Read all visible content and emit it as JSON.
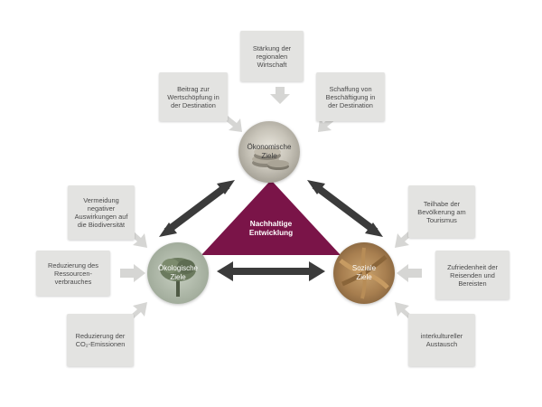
{
  "center": {
    "label": "Nachhaltige\nEntwicklung"
  },
  "goals": {
    "economic": "Ökonomische\nZiele",
    "ecological": "Ökologische\nZiele",
    "social": "Soziale\nZiele"
  },
  "economic_boxes": [
    "Stärkung der\nregionalen\nWirtschaft",
    "Beitrag zur\nWertschöpfung in\nder Destination",
    "Schaffung von\nBeschäftigung in\nder Destination"
  ],
  "ecological_boxes": [
    "Vermeidung\nnegativer\nAuswirkungen auf\ndie Biodiversität",
    "Reduzierung des\nRessourcen-\nverbrauches",
    "Reduzierung der\nCO₂-Emissionen"
  ],
  "social_boxes": [
    "Teilhabe der\nBevölkerung am\nTourismus",
    "Zufriedenheit der\nReisenden und\nBereisten",
    "interkultureller\nAustausch"
  ],
  "colors": {
    "triangle": "#7a1448",
    "box_bg": "#e3e3e1",
    "arrow_light": "#d6d6d4",
    "arrow_dark": "#3b3b3b"
  }
}
